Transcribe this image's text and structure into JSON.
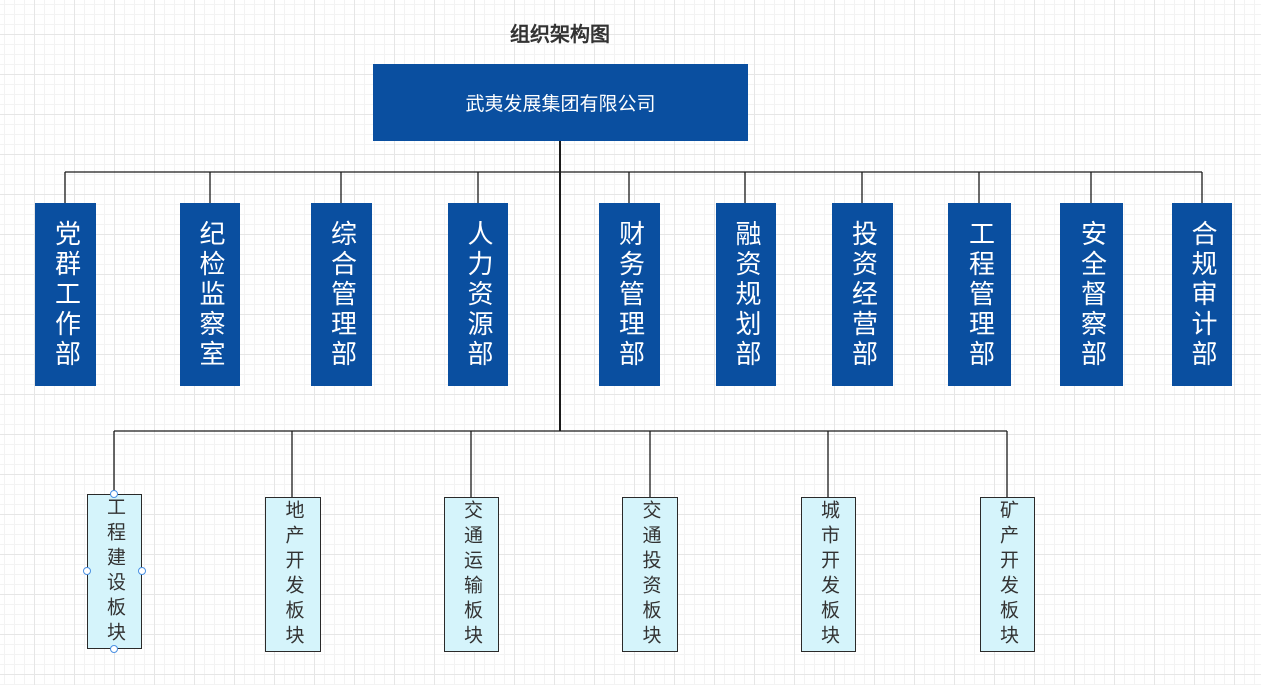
{
  "diagram": {
    "title": "组织架构图",
    "root": "武夷发展集团有限公司",
    "departments": [
      "党群工作部",
      "纪检监察室",
      "综合管理部",
      "人力资源部",
      "财务管理部",
      "融资规划部",
      "投资经营部",
      "工程管理部",
      "安全督察部",
      "合规审计部"
    ],
    "sectors": [
      "工程建设板块",
      "地产开发板块",
      "交通运输板块",
      "交通投资板块",
      "城市开发板块",
      "矿产开发板块"
    ]
  },
  "colors": {
    "dept_fill": "#0a4fa0",
    "sector_fill": "#d5f4fb",
    "line": "#1a1a1a"
  }
}
